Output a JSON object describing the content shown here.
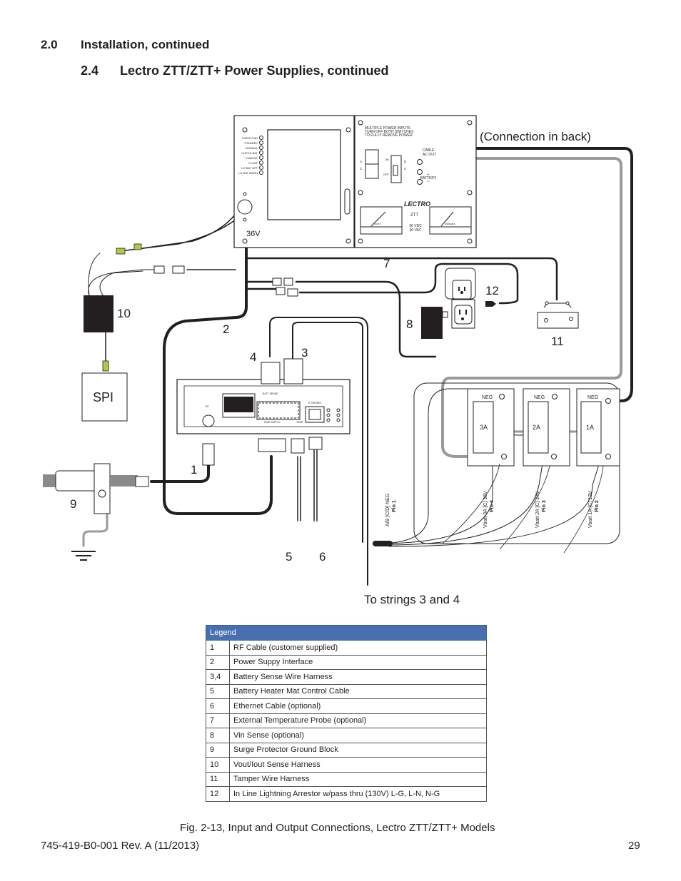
{
  "section": {
    "number": "2.0",
    "title": "Installation, continued"
  },
  "subsection": {
    "number": "2.4",
    "title": "Lectro ZTT/ZTT+ Power Supplies, continued"
  },
  "diagram": {
    "connection_note": "(Connection in back)",
    "supply_voltage": "36V",
    "panel_indicators": [
      "OVERLOAD",
      "STANDBY",
      "NORMAL",
      "CHECK BAT",
      "CHARGE",
      "FLOAT",
      "LO BAT OFF",
      "LO BAT WARN"
    ],
    "warning_text": [
      "MULTIPLE POWER INPUTS",
      "TURN OFF BOTH SWITCHES",
      "TO FULLY REMOVE POWER"
    ],
    "ac_label": "A\nC",
    "switch_on": "ON",
    "switch_off": "OFF",
    "dc_label": "D\nC",
    "cable_ac_out": "CABLE\nAC OUT",
    "battery_label": "+\nBATTERY\n–",
    "brand": "LECTRO",
    "model_label": "ZTT",
    "meter_left": "VOLTS",
    "meter_right": "AMPERES",
    "ratings": "36 VDC\n90 VAC",
    "spi_label": "SPI",
    "callouts": [
      "1",
      "2",
      "3",
      "4",
      "5",
      "6",
      "7",
      "8",
      "9",
      "10",
      "11",
      "12"
    ],
    "module_labels": {
      "rf": "RF",
      "batt_sense": "BATT SENSE",
      "ethernet": "ETHERNET",
      "pwr_supply": "PWR SUPPLY",
      "temp": "TEMP"
    },
    "batteries": [
      {
        "neg": "NEG",
        "label": "3A",
        "wire": "Vbatt 3A [C] 36V",
        "pin": "Pin 4"
      },
      {
        "neg": "NEG",
        "label": "2A",
        "wire": "Vbatt 2A [C] 24V",
        "pin": "Pin 3"
      },
      {
        "neg": "NEG",
        "label": "1A",
        "wire": "Vbatt 1A [C] 12V",
        "pin": "Pin 2"
      }
    ],
    "neg_wire": {
      "wire": "A/B [C/D] NEG",
      "pin": "Pin 1"
    },
    "strings_note": "To strings 3 and 4"
  },
  "legend": {
    "title": "Legend",
    "rows": [
      {
        "num": "1",
        "desc": "RF Cable (customer supplied)"
      },
      {
        "num": "2",
        "desc": "Power Suppy Interface"
      },
      {
        "num": "3,4",
        "desc": "Battery Sense Wire Harness"
      },
      {
        "num": "5",
        "desc": "Battery Heater Mat Control Cable"
      },
      {
        "num": "6",
        "desc": "Ethernet Cable (optional)"
      },
      {
        "num": "7",
        "desc": "External Temperature Probe (optional)"
      },
      {
        "num": "8",
        "desc": "Vin Sense (optional)"
      },
      {
        "num": "9",
        "desc": "Surge Protector Ground Block"
      },
      {
        "num": "10",
        "desc": "Vout/Iout Sense Harness"
      },
      {
        "num": "11",
        "desc": "Tamper Wire Harness"
      },
      {
        "num": "12",
        "desc": "In Line Lightning Arrestor w/pass thru (130V) L-G, L-N, N-G"
      }
    ]
  },
  "caption": "Fig. 2-13, Input and Output Connections, Lectro ZTT/ZTT+ Models",
  "footer": {
    "doc_id": "745-419-B0-001 Rev. A (11/2013)",
    "page_number": "29"
  }
}
